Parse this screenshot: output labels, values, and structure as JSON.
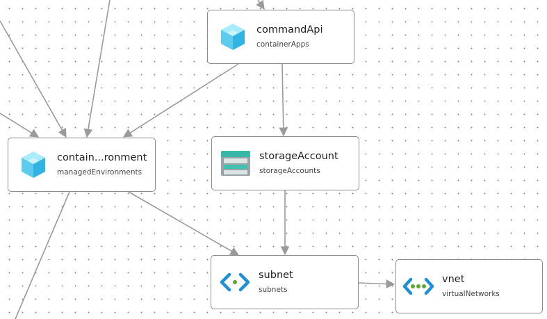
{
  "nodes": {
    "command_api": {
      "title": "commandApi",
      "type": "containerApps",
      "icon": "container-app-cube-icon"
    },
    "container_env": {
      "title": "contain...ronment",
      "type": "managedEnvironments",
      "icon": "managed-environment-cube-icon"
    },
    "storage_account": {
      "title": "storageAccount",
      "type": "storageAccounts",
      "icon": "storage-account-icon"
    },
    "subnet": {
      "title": "subnet",
      "type": "subnets",
      "icon": "subnet-icon"
    },
    "vnet": {
      "title": "vnet",
      "type": "virtualNetworks",
      "icon": "virtual-network-icon"
    }
  },
  "edges": [
    {
      "from": "commandApi",
      "to": "contain...ronment"
    },
    {
      "from": "commandApi",
      "to": "storageAccount"
    },
    {
      "from": "contain...ronment",
      "to": "subnet"
    },
    {
      "from": "storageAccount",
      "to": "subnet"
    },
    {
      "from": "subnet",
      "to": "vnet"
    }
  ],
  "colors": {
    "edge": "#9a9a9a",
    "node_border": "#8a8a8a",
    "cube_light": "#8fe4f8",
    "cube_mid": "#50c8ec",
    "cube_dark": "#2aa8d8",
    "storage_teal": "#36b7a8",
    "storage_gray": "#9aa3a8",
    "network_blue": "#1e90d8",
    "network_green": "#5aa832"
  }
}
